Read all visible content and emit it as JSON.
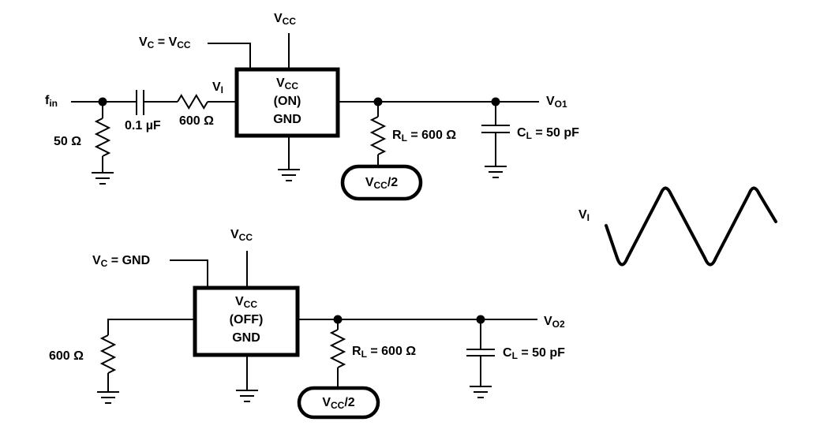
{
  "diagram": {
    "type": "circuit-schematic",
    "background_color": "#ffffff",
    "line_color": "#000000"
  },
  "top_circuit": {
    "source_label": {
      "main": "f",
      "sub": "in"
    },
    "source_resistor_value": "50 Ω",
    "coupling_capacitor_value": "0.1 µF",
    "series_resistor_value": "600 Ω",
    "input_node_label": {
      "main": "V",
      "sub": "I"
    },
    "control_label": {
      "p1": "V",
      "s1": "C",
      "p2": " = V",
      "s2": "CC"
    },
    "supply_label": {
      "main": "V",
      "sub": "CC"
    },
    "device_box": {
      "supply_pin": {
        "main": "V",
        "sub": "CC"
      },
      "state": "(ON)",
      "ground_pin": "GND"
    },
    "load_resistor": {
      "p1": "R",
      "s1": "L",
      "p2": " = 600 Ω"
    },
    "bias_source": {
      "p1": "V",
      "s1": "CC",
      "p2": "/2"
    },
    "load_capacitor": {
      "p1": "C",
      "s1": "L",
      "p2": " = 50 pF"
    },
    "output_label": {
      "main": "V",
      "sub": "O1"
    }
  },
  "bottom_circuit": {
    "control_label": {
      "p1": "V",
      "s1": "C",
      "p2": " = GND"
    },
    "supply_label": {
      "main": "V",
      "sub": "CC"
    },
    "device_box": {
      "supply_pin": {
        "main": "V",
        "sub": "CC"
      },
      "state": "(OFF)",
      "ground_pin": "GND"
    },
    "input_resistor_value": "600 Ω",
    "load_resistor": {
      "p1": "R",
      "s1": "L",
      "p2": " = 600 Ω"
    },
    "bias_source": {
      "p1": "V",
      "s1": "CC",
      "p2": "/2"
    },
    "load_capacitor": {
      "p1": "C",
      "s1": "L",
      "p2": " = 50 pF"
    },
    "output_label": {
      "main": "V",
      "sub": "O2"
    }
  },
  "waveform": {
    "label": {
      "main": "V",
      "sub": "I"
    },
    "shape": "triangle-wave",
    "cycles_shown": 2
  }
}
